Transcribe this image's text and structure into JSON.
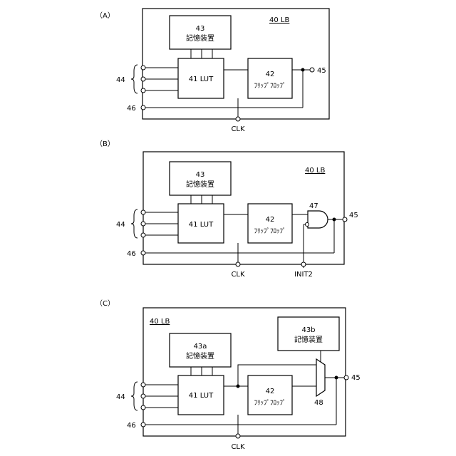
{
  "panels": [
    {
      "tag": "（A）",
      "block": "40 LB",
      "memory": [
        "43",
        "記憶装置"
      ],
      "lut": "41 LUT",
      "ff": [
        "42",
        "ﾌﾘｯﾌﾟﾌﾛｯﾌﾟ"
      ],
      "in_bus": "44",
      "ctrl": "46",
      "out": "45",
      "clk": "CLK"
    },
    {
      "tag": "（B）",
      "block": "40 LB",
      "memory": [
        "43",
        "記憶装置"
      ],
      "lut": "41 LUT",
      "ff": [
        "42",
        "ﾌﾘｯﾌﾟﾌﾛｯﾌﾟ"
      ],
      "in_bus": "44",
      "ctrl": "46",
      "out": "45",
      "clk": "CLK",
      "gate": "47",
      "init": "INIT2"
    },
    {
      "tag": "（C）",
      "block": "40 LB",
      "memory": [
        "43a",
        "記憶装置"
      ],
      "memory_b": [
        "43b",
        "記憶装置"
      ],
      "lut": "41 LUT",
      "ff": [
        "42",
        "ﾌﾘｯﾌﾟﾌﾛｯﾌﾟ"
      ],
      "in_bus": "44",
      "ctrl": "46",
      "out": "45",
      "clk": "CLK",
      "mux": "48"
    }
  ]
}
